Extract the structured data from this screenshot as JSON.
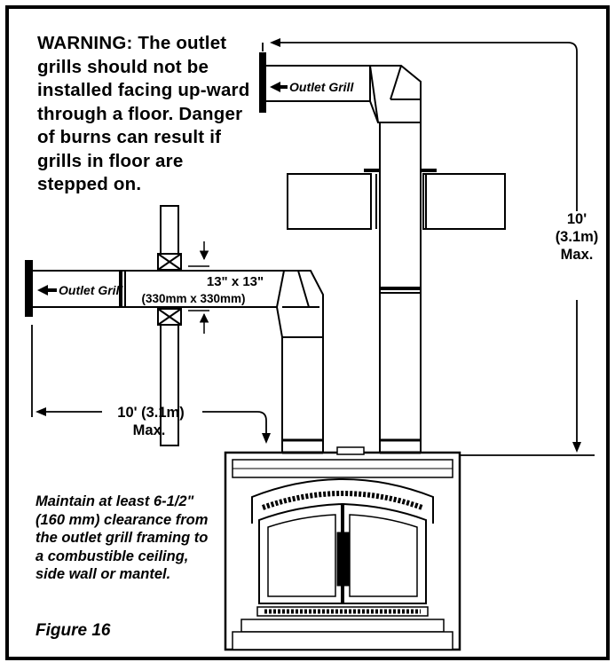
{
  "warning_text": "WARNING: The outlet grills should not be installed facing up-ward through a floor. Danger of burns can result if grills in floor are stepped on.",
  "labels": {
    "outlet_grill_top": "Outlet Grill",
    "outlet_grill_left": "Outlet Grill",
    "duct_size": "13\" x 13\"",
    "duct_size_metric": "(330mm x 330mm)",
    "vertical_dim": "10'",
    "vertical_dim_metric": "(3.1m)",
    "vertical_dim_max": "Max.",
    "horizontal_dim": "10' (3.1m)",
    "horizontal_dim_max": "Max."
  },
  "clearance_note": "Maintain at least 6-1/2\" (160 mm) clearance from the outlet grill framing to a combustible ceiling, side wall or mantel.",
  "figure_label": "Figure 16"
}
